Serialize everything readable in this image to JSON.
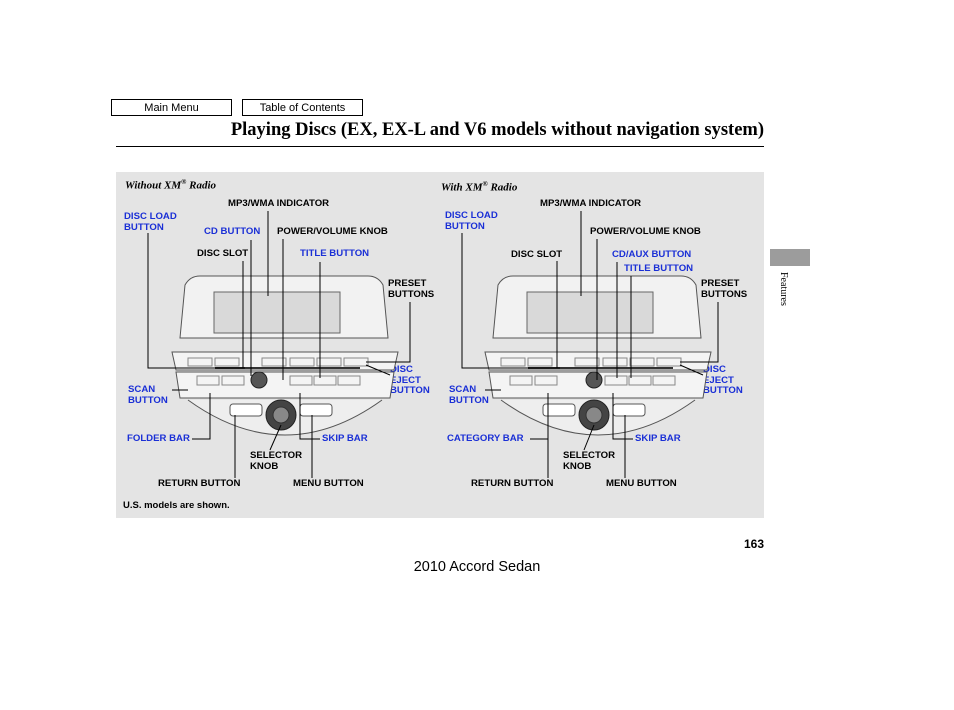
{
  "nav": {
    "main_menu": "Main Menu",
    "toc": "Table of Contents"
  },
  "page": {
    "title": "Playing Discs (EX, EX-L and V6 models without navigation system)",
    "side_tab": "Features",
    "page_number": "163",
    "footer": "2010 Accord Sedan"
  },
  "figure": {
    "note": "U.S. models are shown.",
    "left": {
      "subtitle_pre": "Without XM",
      "subtitle_post": " Radio",
      "labels": {
        "mp3": "MP3/WMA INDICATOR",
        "disc_load_1": "DISC LOAD",
        "disc_load_2": "BUTTON",
        "cd_button": "CD BUTTON",
        "power_volume": "POWER/VOLUME KNOB",
        "disc_slot": "DISC SLOT",
        "title_button": "TITLE BUTTON",
        "preset_1": "PRESET",
        "preset_2": "BUTTONS",
        "eject_1": "DISC",
        "eject_2": "EJECT",
        "eject_3": "BUTTON",
        "scan_1": "SCAN",
        "scan_2": "BUTTON",
        "folder_bar": "FOLDER BAR",
        "skip_bar": "SKIP BAR",
        "selector_1": "SELECTOR",
        "selector_2": "KNOB",
        "return_button": "RETURN BUTTON",
        "menu_button": "MENU BUTTON"
      }
    },
    "right": {
      "subtitle_pre": "With XM",
      "subtitle_post": " Radio",
      "labels": {
        "mp3": "MP3/WMA INDICATOR",
        "disc_load_1": "DISC LOAD",
        "disc_load_2": "BUTTON",
        "power_volume": "POWER/VOLUME KNOB",
        "disc_slot": "DISC SLOT",
        "cd_aux": "CD/AUX BUTTON",
        "title_button": "TITLE BUTTON",
        "preset_1": "PRESET",
        "preset_2": "BUTTONS",
        "eject_1": "DISC",
        "eject_2": "EJECT",
        "eject_3": "BUTTON",
        "scan_1": "SCAN",
        "scan_2": "BUTTON",
        "category_bar": "CATEGORY BAR",
        "skip_bar": "SKIP BAR",
        "selector_1": "SELECTOR",
        "selector_2": "KNOB",
        "return_button": "RETURN BUTTON",
        "menu_button": "MENU BUTTON"
      }
    }
  }
}
